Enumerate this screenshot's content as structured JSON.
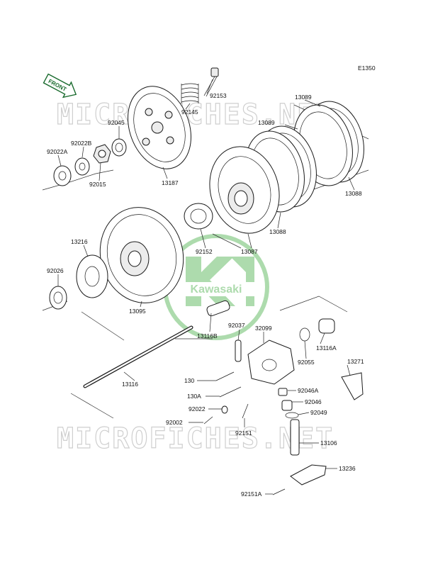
{
  "diagram_code": "E1350",
  "front_label": "FRONT",
  "watermark": {
    "text": "MICROFICHES.NET",
    "logo_text": "Kawasaki",
    "color": "#6bbf6b"
  },
  "labels": {
    "l92153": "92153",
    "l92145": "92145",
    "l92045": "92045",
    "l92022B": "92022B",
    "l92022A": "92022A",
    "l92015": "92015",
    "l13187": "13187",
    "l13089a": "13089",
    "l13089b": "13089",
    "l13088a": "13088",
    "l13088b": "13088",
    "l13087": "13087",
    "l92152": "92152",
    "l13216": "13216",
    "l92026": "92026",
    "l13095": "13095",
    "l13116B": "13116B",
    "l92037": "92037",
    "l32099": "32099",
    "l92055": "92055",
    "l13116A": "13116A",
    "l13116": "13116",
    "l13271": "13271",
    "l130": "130",
    "l130A": "130A",
    "l92046A": "92046A",
    "l92046": "92046",
    "l92022": "92022",
    "l92049": "92049",
    "l92002": "92002",
    "l92151": "92151",
    "l13106": "13106",
    "l13236": "13236",
    "l92151A": "92151A"
  }
}
